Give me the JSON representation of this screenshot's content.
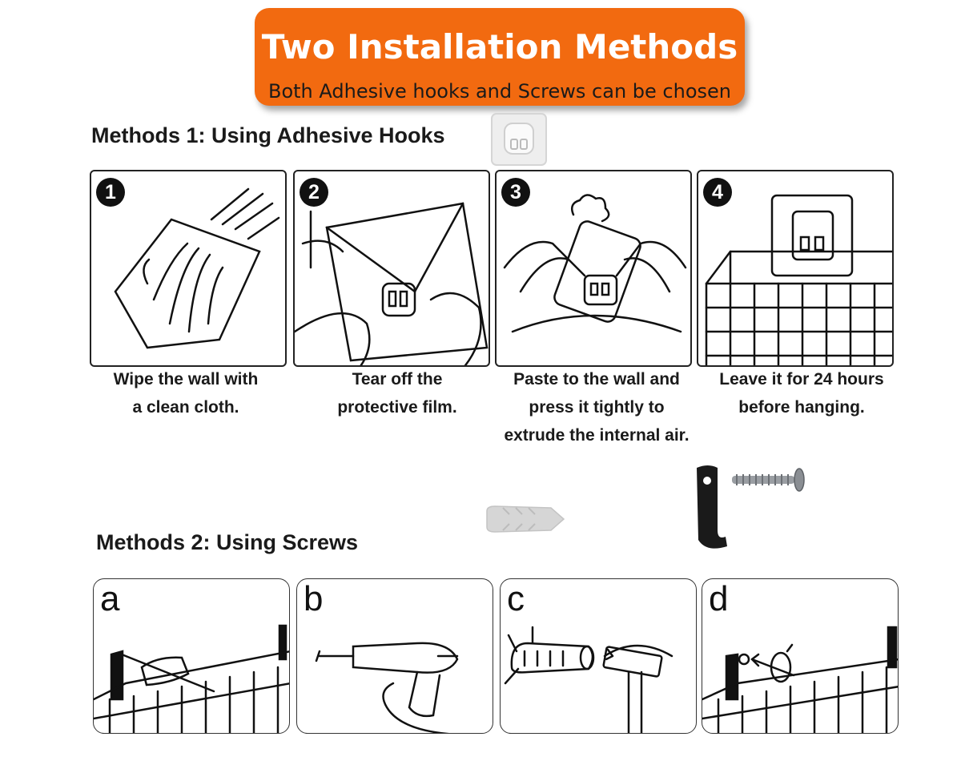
{
  "banner": {
    "title": "Two Installation Methods",
    "subtitle": "Both Adhesive hooks and Screws can be chosen",
    "color": "#f26a10"
  },
  "method1": {
    "title": "Methods 1: Using Adhesive Hooks",
    "steps": [
      {
        "number": "1",
        "caption_lines": [
          "Wipe the wall with",
          "a clean cloth."
        ]
      },
      {
        "number": "2",
        "caption_lines": [
          "Tear off the",
          "protective film."
        ]
      },
      {
        "number": "3",
        "caption_lines": [
          "Paste to the wall and",
          "press it tightly to",
          "extrude the internal air."
        ]
      },
      {
        "number": "4",
        "caption_lines": [
          "Leave it for 24 hours",
          "before hanging."
        ]
      }
    ]
  },
  "method2": {
    "title": "Methods 2: Using Screws",
    "steps": [
      {
        "letter": "a"
      },
      {
        "letter": "b"
      },
      {
        "letter": "c"
      },
      {
        "letter": "d"
      }
    ]
  }
}
